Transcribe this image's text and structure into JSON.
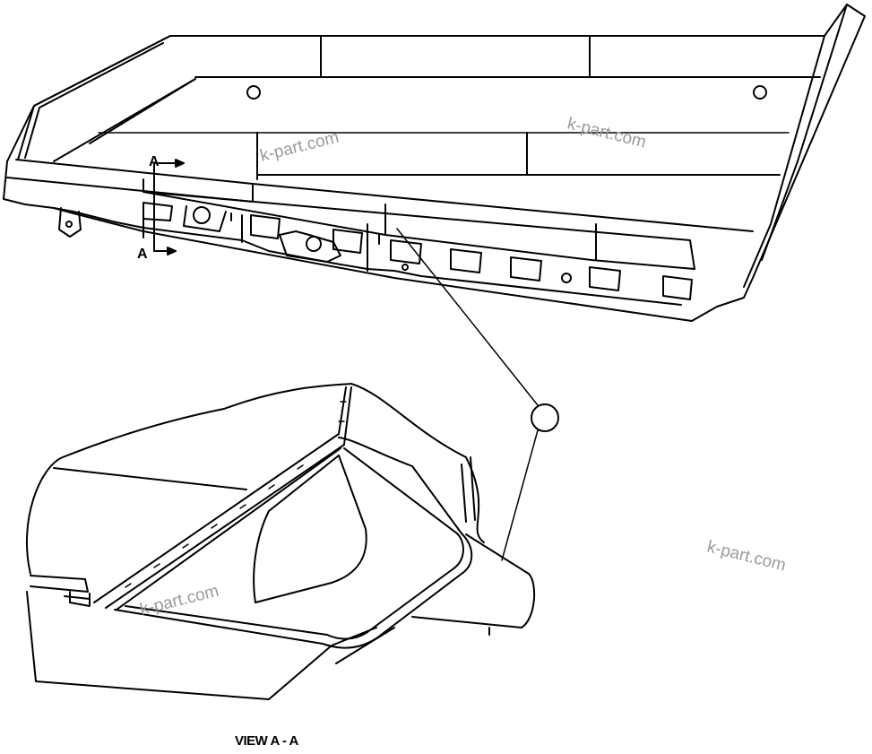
{
  "diagram": {
    "section_arrow_top_label": "A",
    "section_arrow_bottom_label": "A",
    "view_caption": "VIEW A - A",
    "watermark_text": "k-part.com",
    "line_color": "#000000",
    "watermark_color": "#9a9a9a"
  }
}
